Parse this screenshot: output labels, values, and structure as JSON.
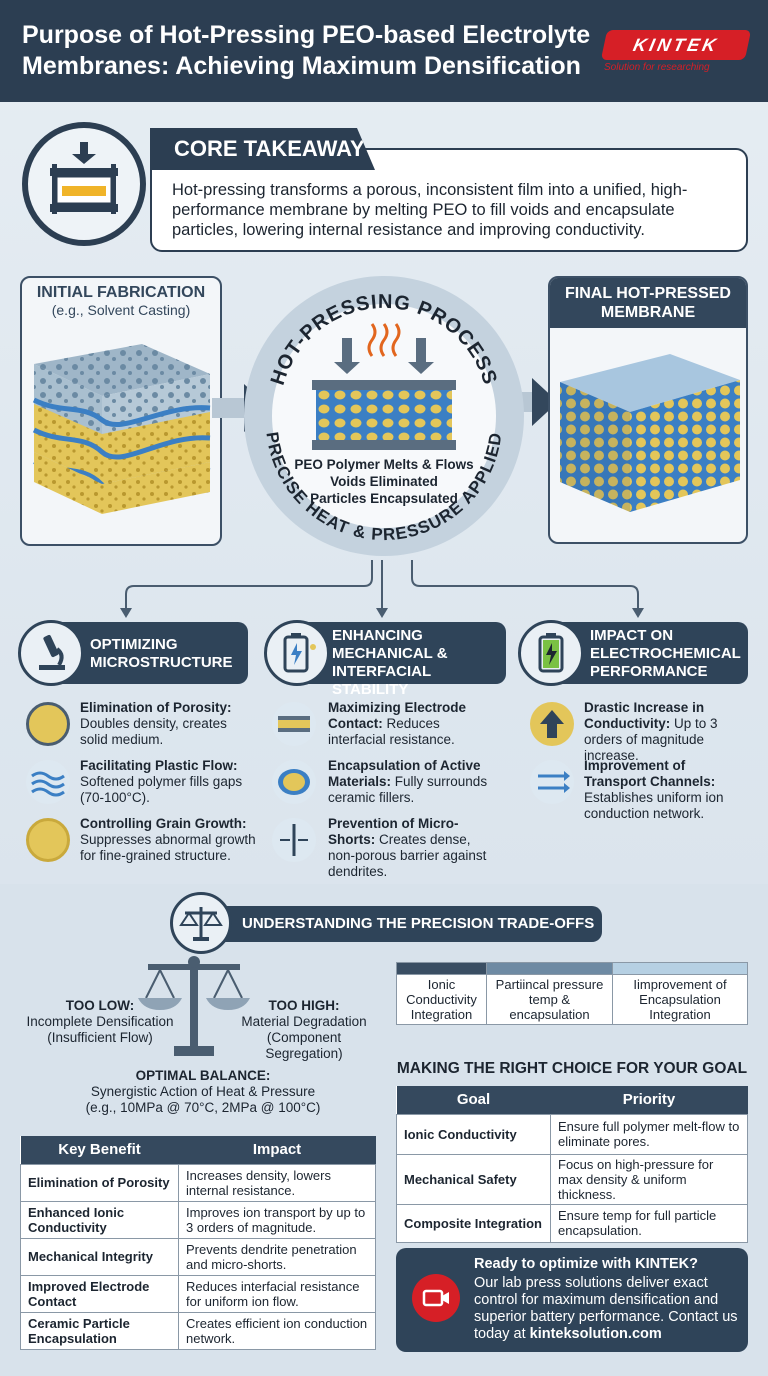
{
  "header": {
    "title": "Purpose of Hot-Pressing PEO-based Electrolyte Membranes: Achieving Maximum Densification",
    "logo": "KINTEK",
    "tagline": "Solution for researching"
  },
  "core": {
    "heading": "CORE TAKEAWAY",
    "text": "Hot-pressing transforms a porous, inconsistent film into a unified, high-performance membrane by melting PEO to fill voids and encapsulate particles, lowering internal resistance and improving conductivity."
  },
  "initial": {
    "title": "INITIAL FABRICATION",
    "subtitle": "(e.g., Solvent Casting)"
  },
  "process": {
    "arc_top": "HOT-PRESSING PROCESS",
    "arc_bottom": "PRECISE HEAT & PRESSURE APPLIED",
    "line1": "PEO Polymer Melts & Flows",
    "line2": "Voids Eliminated",
    "line3": "Particles Encapsulated"
  },
  "final": {
    "title": "FINAL HOT-PRESSED MEMBRANE"
  },
  "sections": [
    {
      "title": "OPTIMIZING MICROSTRUCTURE",
      "icon": "microscope-icon",
      "items": [
        {
          "bold": "Elimination of Porosity:",
          "text": " Doubles density, creates solid medium."
        },
        {
          "bold": "Facilitating Plastic Flow:",
          "text": " Softened polymer fills gaps (70-100°C)."
        },
        {
          "bold": "Controlling Grain Growth:",
          "text": " Suppresses abnormal growth for fine-grained structure."
        }
      ]
    },
    {
      "title": "ENHANCING MECHANICAL & INTERFACIAL STABILITY",
      "icon": "battery-icon",
      "items": [
        {
          "bold": "Maximizing Electrode Contact:",
          "text": " Reduces interfacial resistance."
        },
        {
          "bold": "Encapsulation of Active Materials:",
          "text": " Fully surrounds ceramic fillers."
        },
        {
          "bold": "Prevention of Micro-Shorts:",
          "text": " Creates dense, non-porous barrier against dendrites."
        }
      ]
    },
    {
      "title": "IMPACT ON ELECTROCHEMICAL PERFORMANCE",
      "icon": "charging-battery-icon",
      "items": [
        {
          "bold": "Drastic Increase in Conductivity:",
          "text": " Up to 3 orders of magnitude increase."
        },
        {
          "bold": "Improvement of Transport Channels:",
          "text": " Establishes uniform ion conduction network."
        }
      ]
    }
  ],
  "tradeoffs": {
    "heading": "UNDERSTANDING THE PRECISION TRADE-OFFS",
    "too_low_label": "TOO LOW:",
    "too_low_text": "Incomplete Densification (Insufficient Flow)",
    "too_high_label": "TOO HIGH:",
    "too_high_text": "Material Degradation (Component Segregation)",
    "optimal_label": "OPTIMAL BALANCE:",
    "optimal_text": "Synergistic Action of Heat & Pressure",
    "optimal_example": "(e.g., 10MPa @ 70°C, 2MPa @ 100°C)"
  },
  "mini_table": [
    "Ionic Conductivity Integration",
    "Partiincal pressure temp & encapsulation",
    "Iimprovement of Encapsulation Integration"
  ],
  "benefits": {
    "col1": "Key Benefit",
    "col2": "Impact",
    "rows": [
      {
        "k": "Elimination of Porosity",
        "v": "Increases density, lowers internal resistance."
      },
      {
        "k": "Enhanced Ionic Conductivity",
        "v": "Improves ion transport by up to 3 orders of magnitude."
      },
      {
        "k": "Mechanical Integrity",
        "v": "Prevents dendrite penetration and micro-shorts."
      },
      {
        "k": "Improved Electrode Contact",
        "v": "Reduces interfacial resistance for uniform ion flow."
      },
      {
        "k": "Ceramic Particle Encapsulation",
        "v": "Creates efficient ion conduction network."
      }
    ]
  },
  "choice": {
    "heading": "MAKING THE RIGHT CHOICE FOR YOUR GOAL",
    "col1": "Goal",
    "col2": "Priority",
    "rows": [
      {
        "k": "Ionic Conductivity",
        "v": "Ensure full polymer melt-flow to eliminate pores."
      },
      {
        "k": "Mechanical Safety",
        "v": "Focus on high-pressure for max density & uniform thickness."
      },
      {
        "k": "Composite Integration",
        "v": "Ensure temp for full particle encapsulation."
      }
    ]
  },
  "cta": {
    "title": "Ready to optimize with KINTEK?",
    "text": "Our lab press solutions deliver exact control for maximum densification and superior battery performance. Contact us today at ",
    "link": "kinteksolution.com"
  },
  "colors": {
    "navy": "#2c3e52",
    "brand_red": "#d61f26",
    "particle_yellow": "#e3c65a",
    "polymer_blue": "#3b7fc4"
  }
}
